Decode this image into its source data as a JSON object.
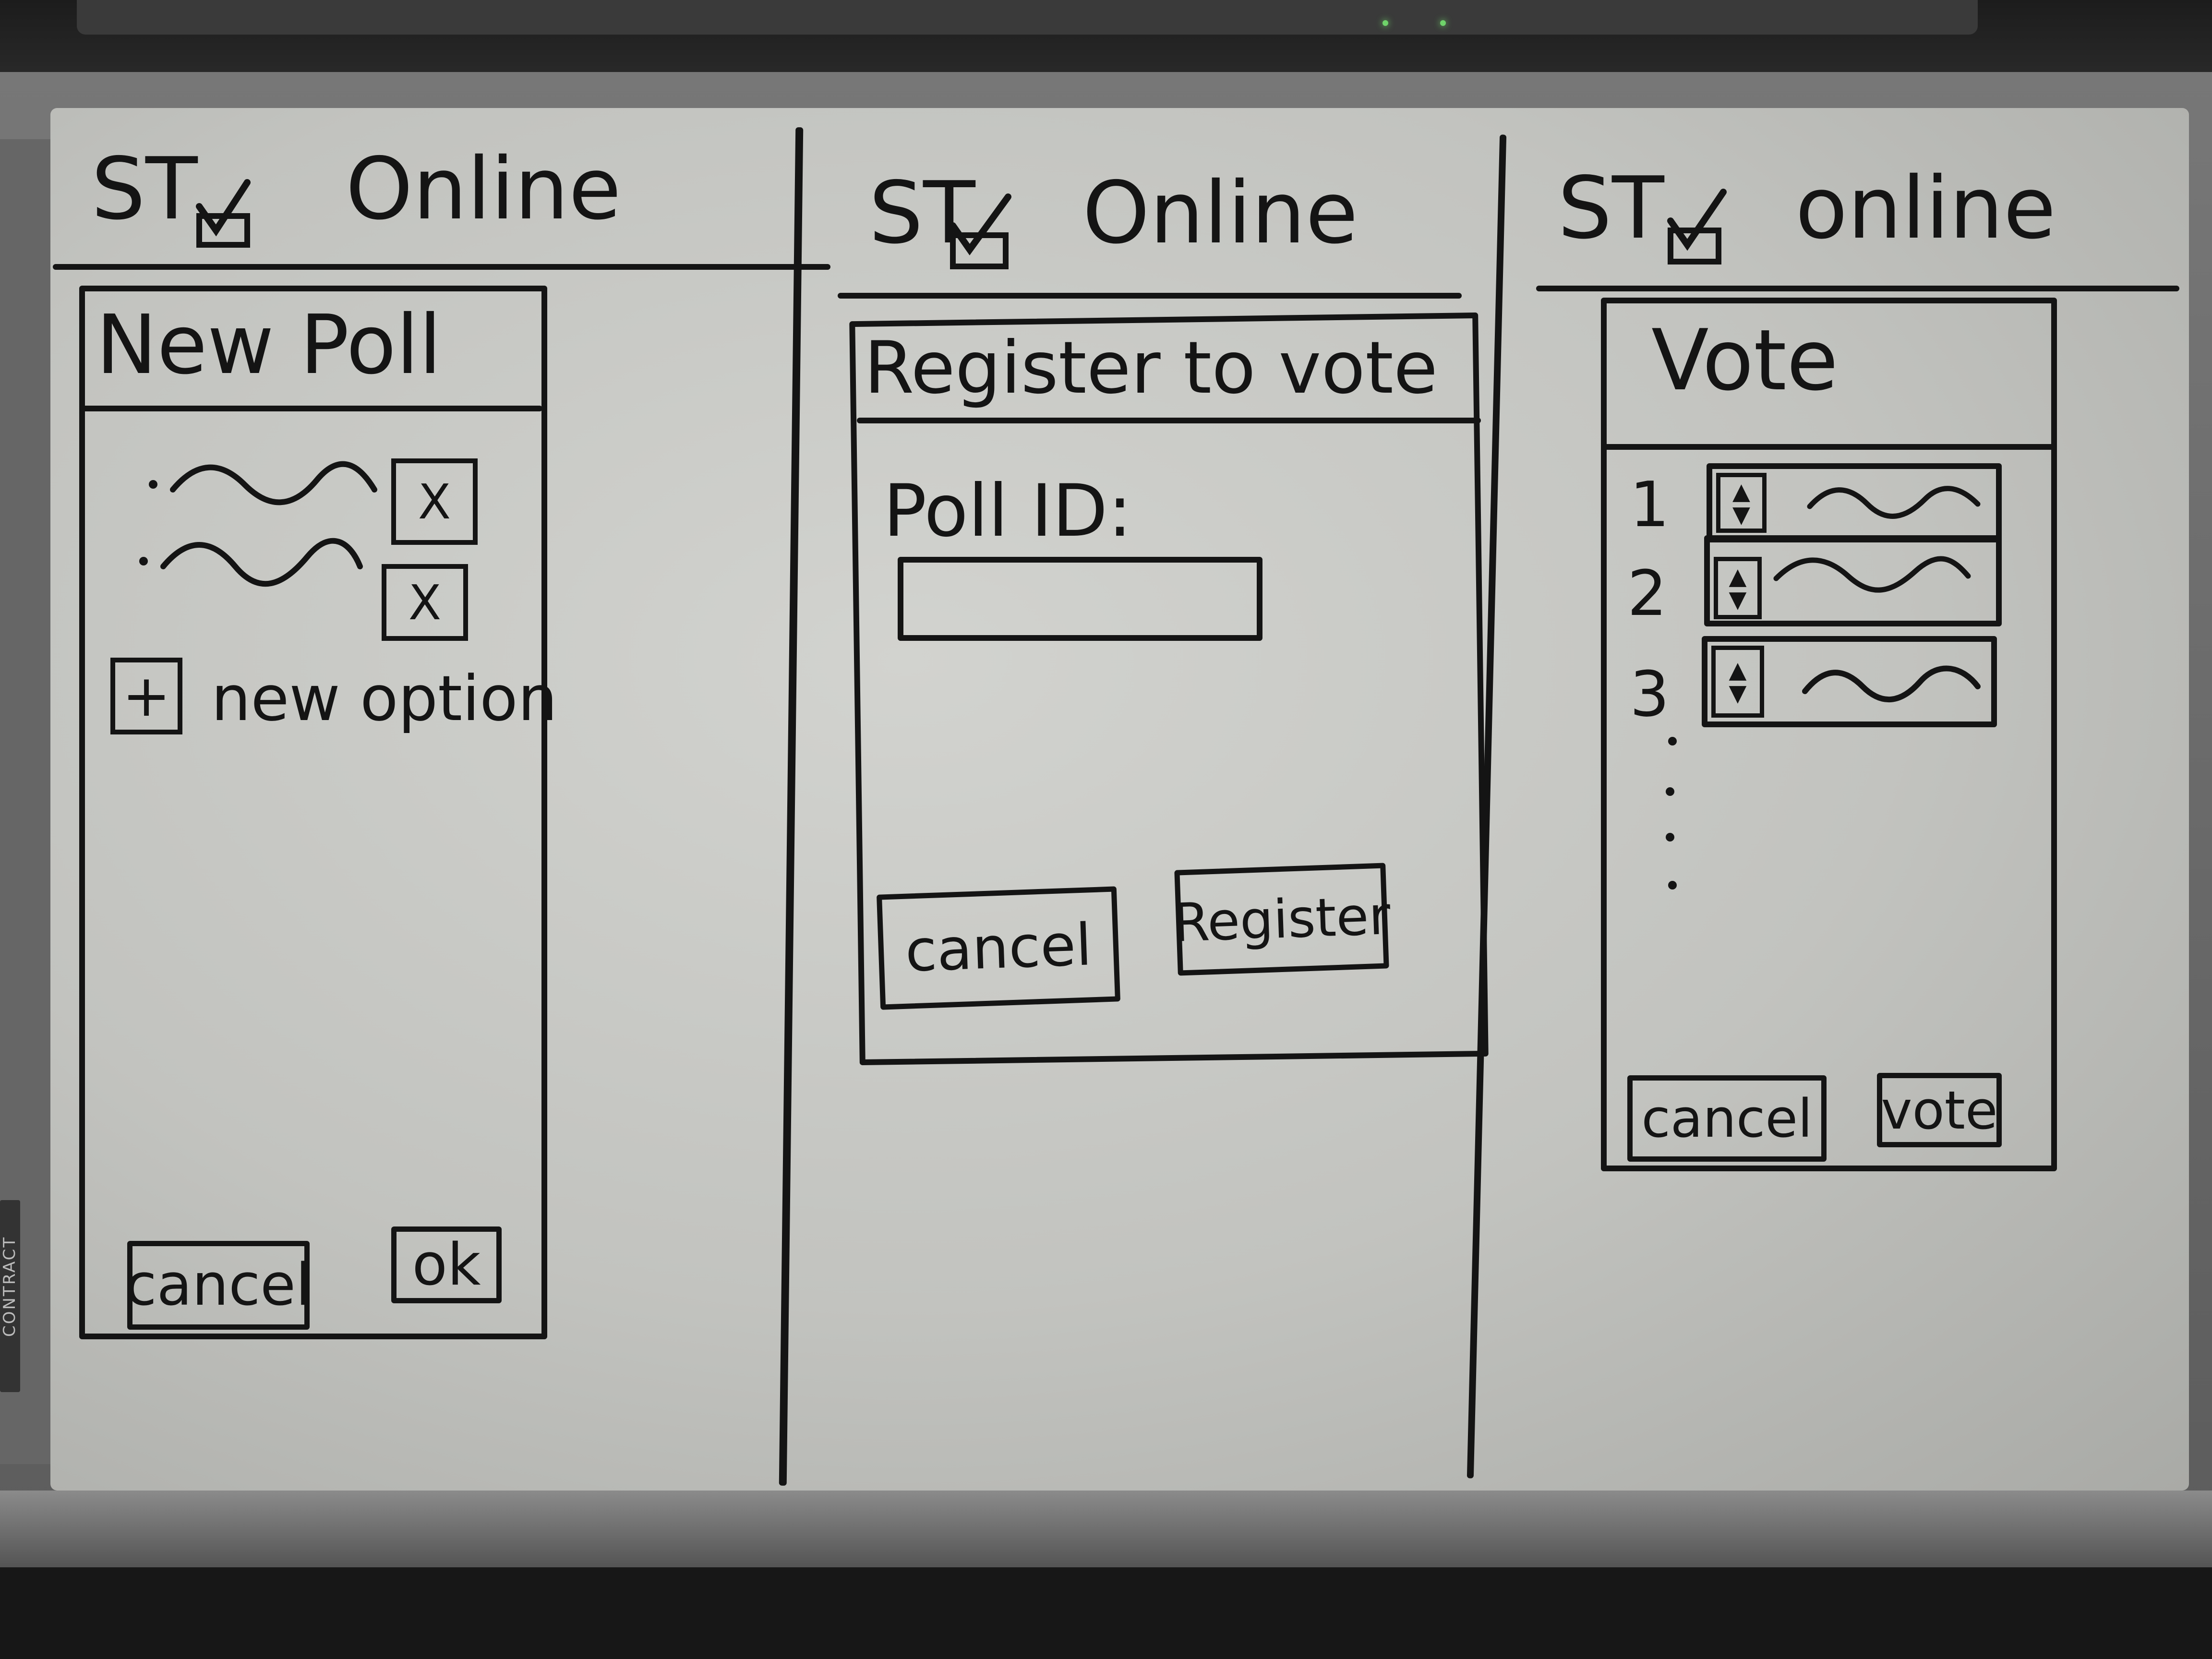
{
  "screens": [
    {
      "header": {
        "app_name": "ST",
        "status": "Online"
      },
      "dialog": {
        "title": "New Poll",
        "options": [
          {
            "remove_label": "X"
          },
          {
            "remove_label": "X"
          }
        ],
        "add_option": {
          "icon": "+",
          "label": "new option"
        },
        "buttons": {
          "cancel": "cancel",
          "ok": "ok"
        }
      }
    },
    {
      "header": {
        "app_name": "ST",
        "status": "Online"
      },
      "dialog": {
        "title": "Register to vote",
        "poll_id_label": "Poll ID:",
        "poll_id_value": "",
        "buttons": {
          "cancel": "cancel",
          "register": "Register"
        }
      }
    },
    {
      "header": {
        "app_name": "ST",
        "status": "online"
      },
      "dialog": {
        "title": "Vote",
        "ranked_items": [
          {
            "rank": "1"
          },
          {
            "rank": "2"
          },
          {
            "rank": "3"
          }
        ],
        "buttons": {
          "cancel": "cancel",
          "vote": "vote"
        }
      }
    }
  ],
  "side_tag": "CONTRACT",
  "colors": {
    "ink": "#141414",
    "board": "#c8c9c5",
    "frame": "#6b6b6b"
  },
  "icons": [
    "ballot-box-checkmark-icon",
    "close-icon",
    "plus-icon",
    "up-down-arrows-icon"
  ]
}
